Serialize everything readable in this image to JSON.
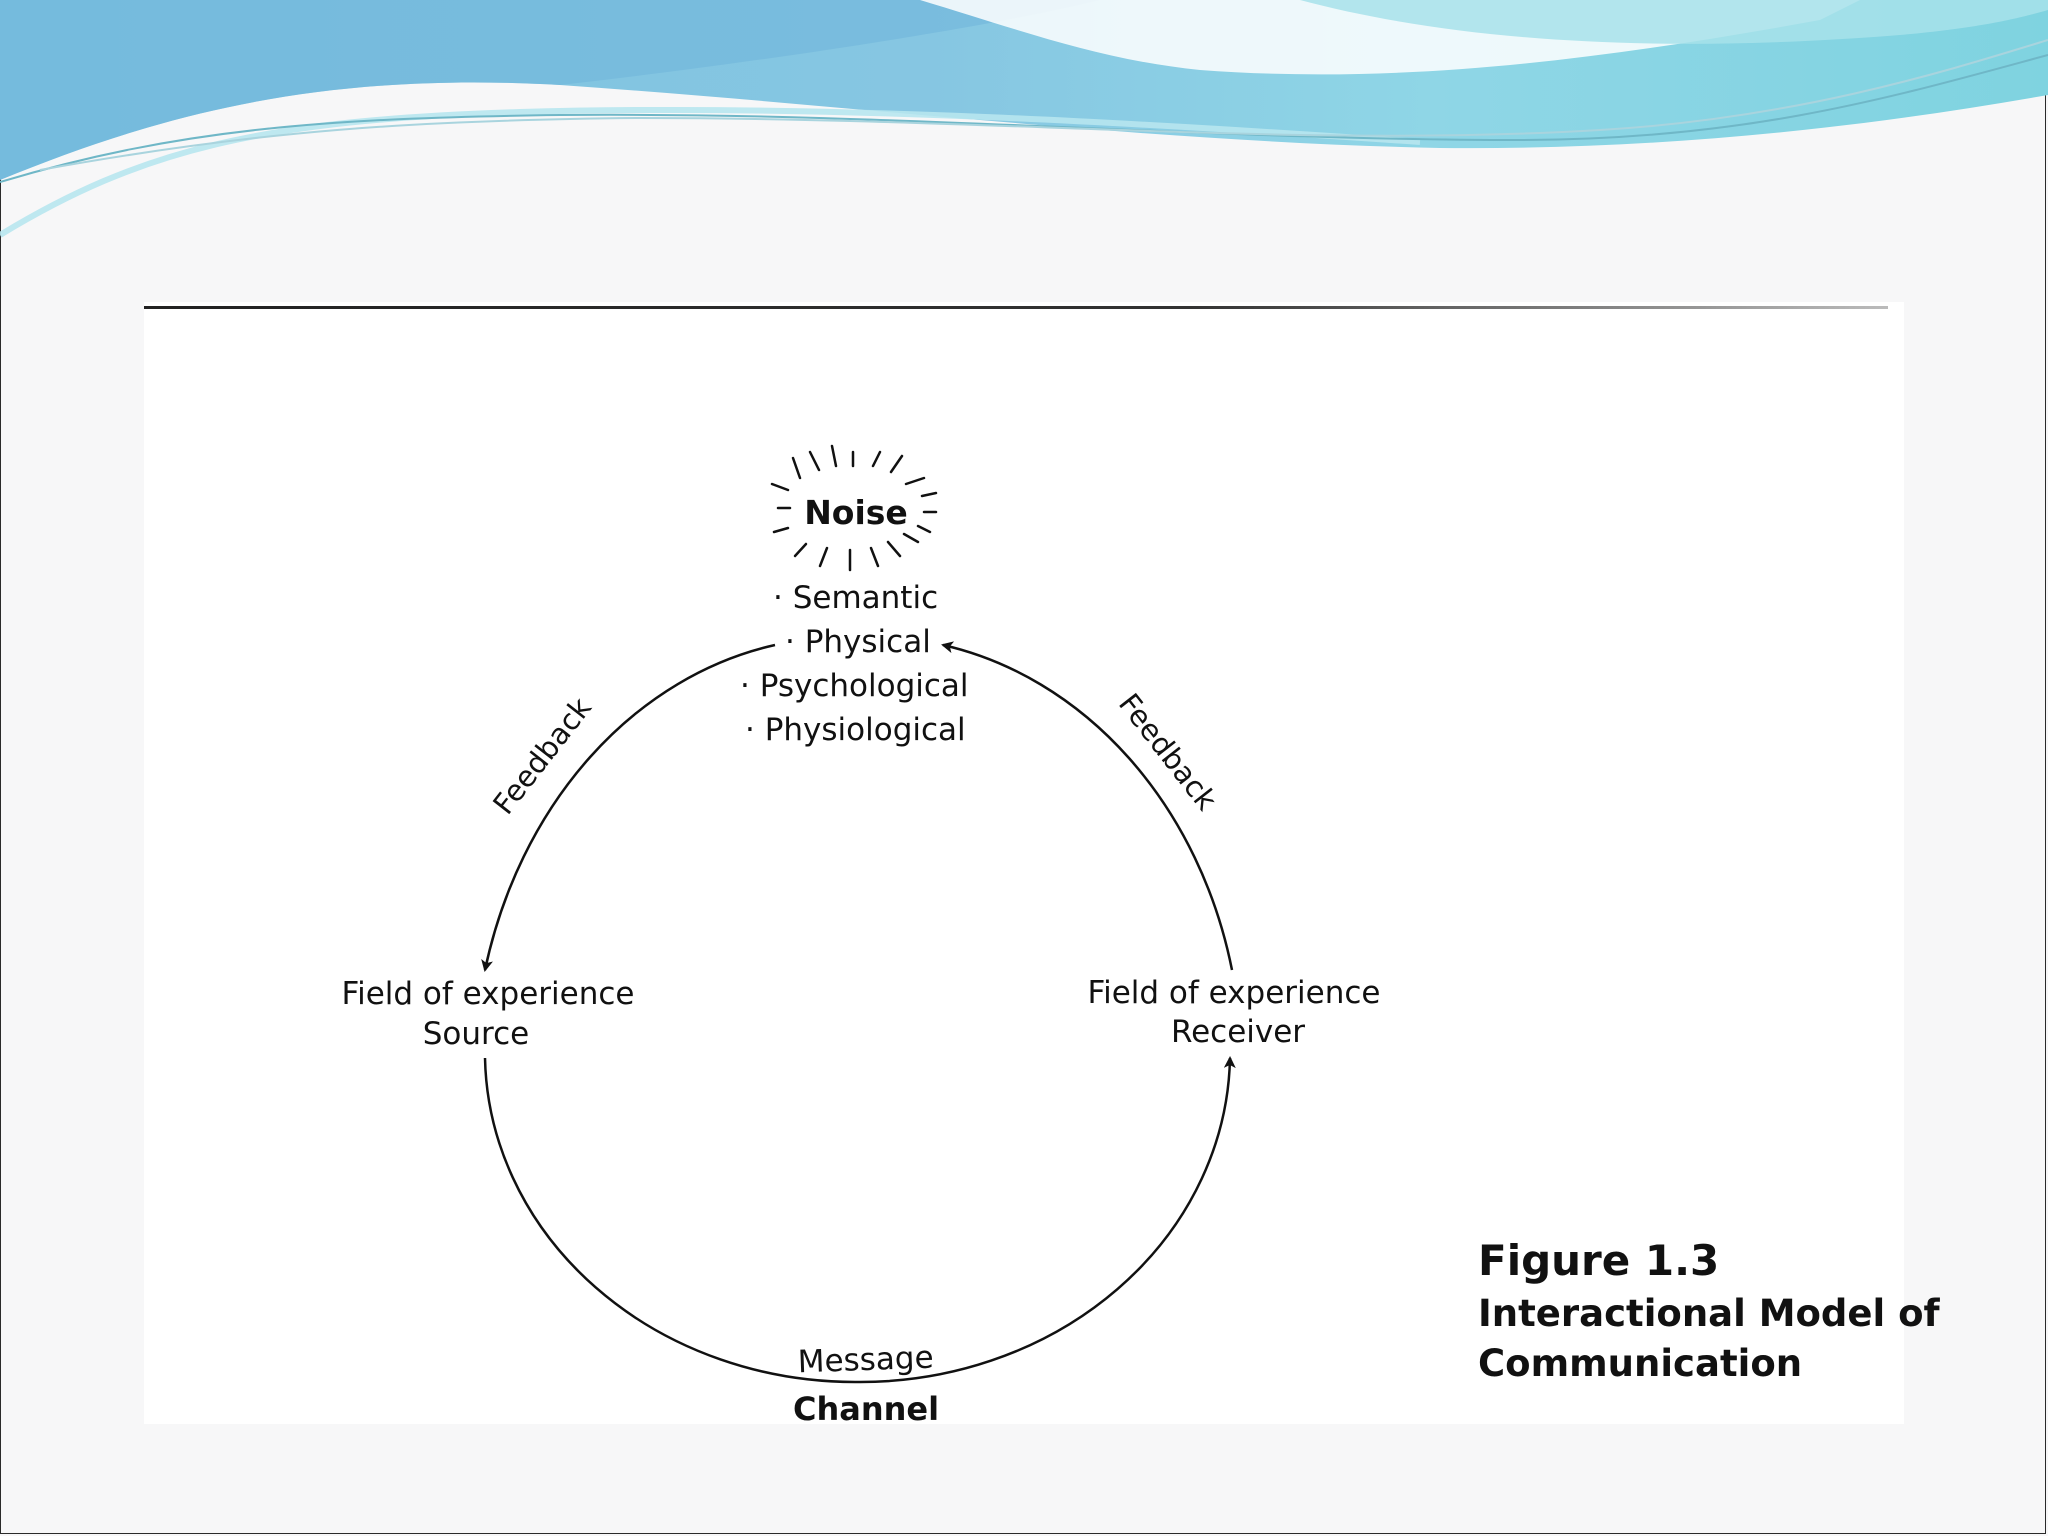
{
  "figure": {
    "number": "Figure 1.3",
    "title_line1": "Interactional Model of",
    "title_line2": "Communication"
  },
  "diagram": {
    "noise": {
      "label": "Noise",
      "types": [
        "· Semantic",
        "· Physical",
        "· Psychological",
        "· Physiological"
      ]
    },
    "feedback_left": "Feedback",
    "feedback_right": "Feedback",
    "source": {
      "line1": "Field of experience",
      "line2": "Source"
    },
    "receiver": {
      "line1": "Field of experience",
      "line2": "Receiver"
    },
    "message": "Message",
    "channel": "Channel"
  },
  "colors": {
    "wave_light": "#a8e3ea",
    "wave_teal": "#5fc9d6",
    "wave_blue": "#6eaed8",
    "line": "#111111"
  }
}
